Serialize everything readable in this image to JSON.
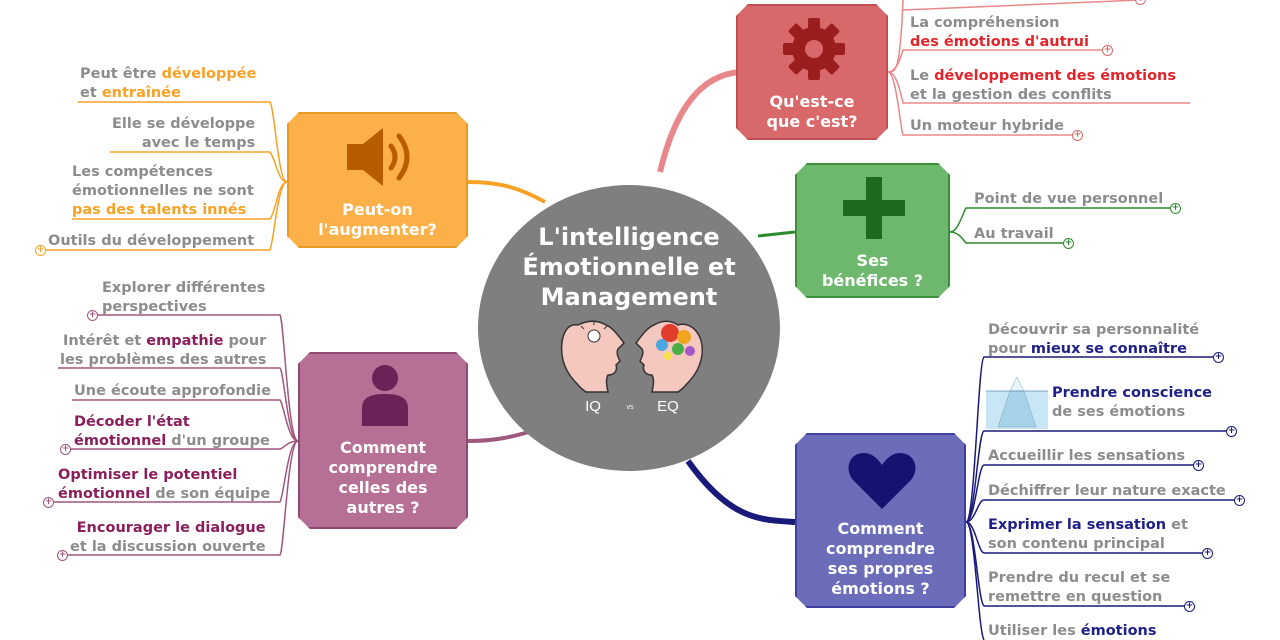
{
  "center": {
    "title": "L'intelligence\nÉmotionnelle et\nManagement",
    "left_tag": "IQ",
    "vs": "vs",
    "right_tag": "EQ"
  },
  "colors": {
    "red": "#d9686a",
    "green": "#58a956",
    "orange": "#f7a226",
    "purple": "#a0577e",
    "blue": "#6667b8",
    "navy": "#1a1a7a",
    "gray_text": "#8c8c8c"
  },
  "topics": {
    "quest": {
      "label": "Qu'est-ce\nque c'est?",
      "icon": "gear-icon"
    },
    "benefices": {
      "label": "Ses\nbénéfices ?",
      "icon": "plus-icon"
    },
    "augmenter": {
      "label": "Peut-on\nl'augmenter?",
      "icon": "speaker-icon"
    },
    "autres": {
      "label": "Comment\ncomprendre\ncelles des\nautres ?",
      "icon": "person-icon"
    },
    "propres": {
      "label": "Comment\ncomprendre\nses propres\némotions ?",
      "icon": "heart-icon"
    }
  },
  "leaves": {
    "quest": [
      {
        "a": "La compréhension",
        "b": "des émotions d'autrui"
      },
      {
        "a": "Le ",
        "a_hl": "développement des émotions",
        "b": "et la gestion des conflits"
      },
      {
        "a": "Un moteur hybride"
      }
    ],
    "benefices": [
      {
        "a": "Point de vue personnel"
      },
      {
        "a": "Au travail"
      }
    ],
    "augmenter": [
      {
        "a": "Peut être ",
        "a_hl": "développée",
        "b": "et ",
        "b_hl": "entraînée"
      },
      {
        "a": "Elle se développe",
        "b": "avec le temps"
      },
      {
        "a": "Les compétences",
        "b": "émotionnelles ne sont",
        "c_hl": "pas des talents innés"
      },
      {
        "a": "Outils du développement"
      }
    ],
    "autres": [
      {
        "a": "Explorer différentes",
        "b": "perspectives"
      },
      {
        "a": "Intérêt et ",
        "a_hl": "empathie",
        "a2": " pour",
        "b": "les problèmes des autres"
      },
      {
        "a": "Une écoute approfondie"
      },
      {
        "a_hl": "Décoder l'état",
        "b_hl": "émotionnel",
        "b": " d'un groupe"
      },
      {
        "a_hl": "Optimiser le potentiel",
        "b_hl": "émotionnel",
        "b": " de son équipe"
      },
      {
        "a_hl": "Encourager le dialogue",
        "b": "et la discussion ouverte"
      }
    ],
    "propres": [
      {
        "a": "Découvrir sa personnalité",
        "b": "pour ",
        "b_hl": "mieux se connaître"
      },
      {
        "a_hl": "Prendre conscience",
        "b": "de ses émotions"
      },
      {
        "a": "Accueillir les sensations"
      },
      {
        "a": "Déchiffrer leur nature exacte"
      },
      {
        "a_hl": "Exprimer la sensation",
        "a2": " et",
        "b": "son contenu principal"
      },
      {
        "a": "Prendre du recul et se",
        "b": "remettre en question"
      },
      {
        "a": "Utiliser les ",
        "a_hl": "émotions"
      }
    ]
  }
}
